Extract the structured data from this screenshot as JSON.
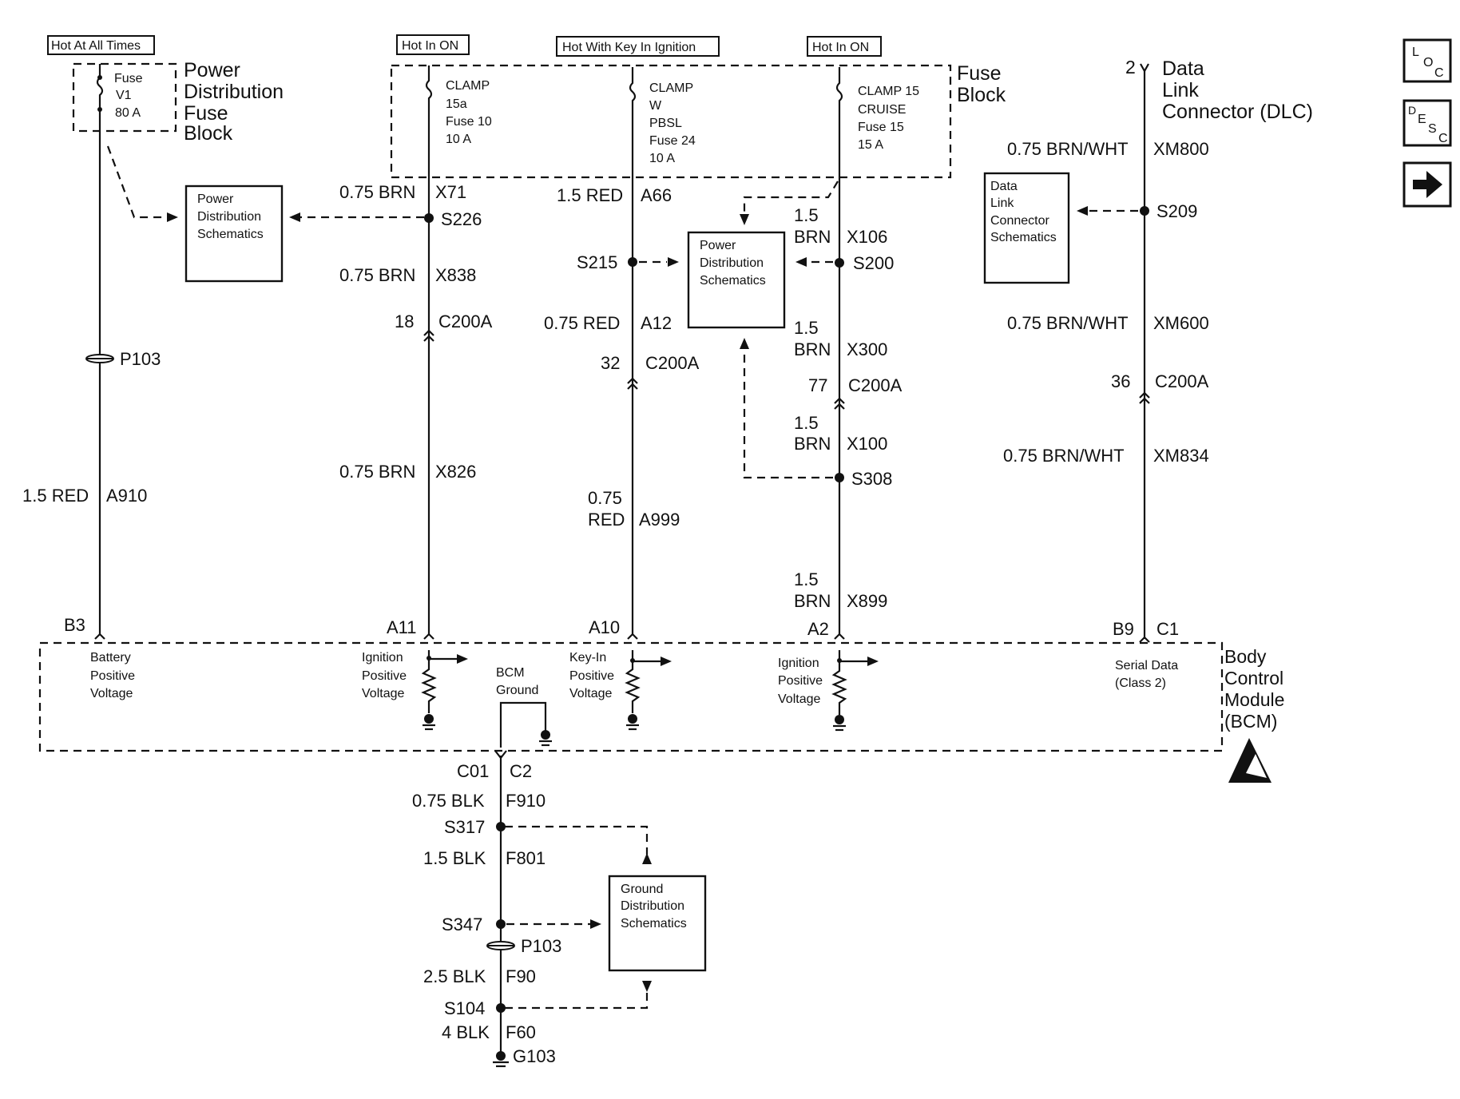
{
  "hot_labels": {
    "always": "Hot At All Times",
    "on_left": "Hot In ON",
    "key": "Hot With Key In Ignition",
    "on_right": "Hot In ON"
  },
  "pdfb": {
    "fuse_l1": "Fuse",
    "fuse_l2": "V1",
    "fuse_l3": "80 A",
    "title_l1": "Power",
    "title_l2": "Distribution",
    "title_l3": "Fuse",
    "title_l4": "Block"
  },
  "fuse_block": {
    "title_l1": "Fuse",
    "title_l2": "Block",
    "f1_l1": "CLAMP",
    "f1_l2": "15a",
    "f1_l3": "Fuse 10",
    "f1_l4": "10 A",
    "f2_l1": "CLAMP",
    "f2_l2": "W",
    "f2_l3": "PBSL",
    "f2_l4": "Fuse 24",
    "f2_l5": "10 A",
    "f3_l1": "CLAMP 15",
    "f3_l2": "CRUISE",
    "f3_l3": "Fuse 15",
    "f3_l4": "15 A"
  },
  "dlc": {
    "pin": "2",
    "title_l1": "Data",
    "title_l2": "Link",
    "title_l3": "Connector (DLC)"
  },
  "boxes": {
    "pds1_l1": "Power",
    "pds1_l2": "Distribution",
    "pds1_l3": "Schematics",
    "pds2_l1": "Power",
    "pds2_l2": "Distribution",
    "pds2_l3": "Schematics",
    "dlcs_l1": "Data",
    "dlcs_l2": "Link",
    "dlcs_l3": "Connector",
    "dlcs_l4": "Schematics",
    "gds_l1": "Ground",
    "gds_l2": "Distribution",
    "gds_l3": "Schematics"
  },
  "wire_labels": {
    "w1_gauge": "1.5 RED",
    "w1_circuit": "A910",
    "w1_p103": "P103",
    "w2_a": "0.75 BRN",
    "w2_a_c": "X71",
    "w2_s": "S226",
    "w2_b": "0.75 BRN",
    "w2_b_c": "X838",
    "w2_pin": "18",
    "w2_conn": "C200A",
    "w2_c": "0.75 BRN",
    "w2_c_c": "X826",
    "w3_a": "1.5 RED",
    "w3_a_c": "A66",
    "w3_s": "S215",
    "w3_b": "0.75 RED",
    "w3_b_c": "A12",
    "w3_pin": "32",
    "w3_conn": "C200A",
    "w3_c1": "0.75",
    "w3_c2": "RED",
    "w3_c_c": "A999",
    "w4_a1": "1.5",
    "w4_a2": "BRN",
    "w4_a_c": "X106",
    "w4_s": "S200",
    "w4_b1": "1.5",
    "w4_b2": "BRN",
    "w4_b_c": "X300",
    "w4_pin": "77",
    "w4_conn": "C200A",
    "w4_c1": "1.5",
    "w4_c2": "BRN",
    "w4_c_c": "X100",
    "w4_s2": "S308",
    "w4_d1": "1.5",
    "w4_d2": "BRN",
    "w4_d_c": "X899",
    "w5_a": "0.75 BRN/WHT",
    "w5_a_c": "XM800",
    "w5_s": "S209",
    "w5_b": "0.75 BRN/WHT",
    "w5_b_c": "XM600",
    "w5_pin": "36",
    "w5_conn": "C200A",
    "w5_c": "0.75 BRN/WHT",
    "w5_c_c": "XM834"
  },
  "bcm": {
    "pin_b3": "B3",
    "pin_a11": "A11",
    "pin_a10": "A10",
    "pin_a2": "A2",
    "pin_b9": "B9",
    "pin_c1": "C1",
    "bat_l1": "Battery",
    "bat_l2": "Positive",
    "bat_l3": "Voltage",
    "ign1_l1": "Ignition",
    "ign1_l2": "Positive",
    "ign1_l3": "Voltage",
    "gnd_l1": "BCM",
    "gnd_l2": "Ground",
    "key_l1": "Key-In",
    "key_l2": "Positive",
    "key_l3": "Voltage",
    "ign2_l1": "Ignition",
    "ign2_l2": "Positive",
    "ign2_l3": "Voltage",
    "ser_l1": "Serial Data",
    "ser_l2": "(Class 2)",
    "title_l1": "Body",
    "title_l2": "Control",
    "title_l3": "Module",
    "title_l4": "(BCM)"
  },
  "ground": {
    "pin_c01": "C01",
    "pin_c2": "C2",
    "g1": "0.75 BLK",
    "g1_c": "F910",
    "s317": "S317",
    "g2": "1.5 BLK",
    "g2_c": "F801",
    "s347": "S347",
    "p103": "P103",
    "g3": "2.5 BLK",
    "g3_c": "F90",
    "s104": "S104",
    "g4": "4 BLK",
    "g4_c": "F60",
    "g103": "G103"
  },
  "nav": {
    "loc_1": "L",
    "loc_2": "O",
    "loc_3": "C",
    "desc_1": "D",
    "desc_2": "E",
    "desc_3": "S",
    "desc_4": "C"
  }
}
